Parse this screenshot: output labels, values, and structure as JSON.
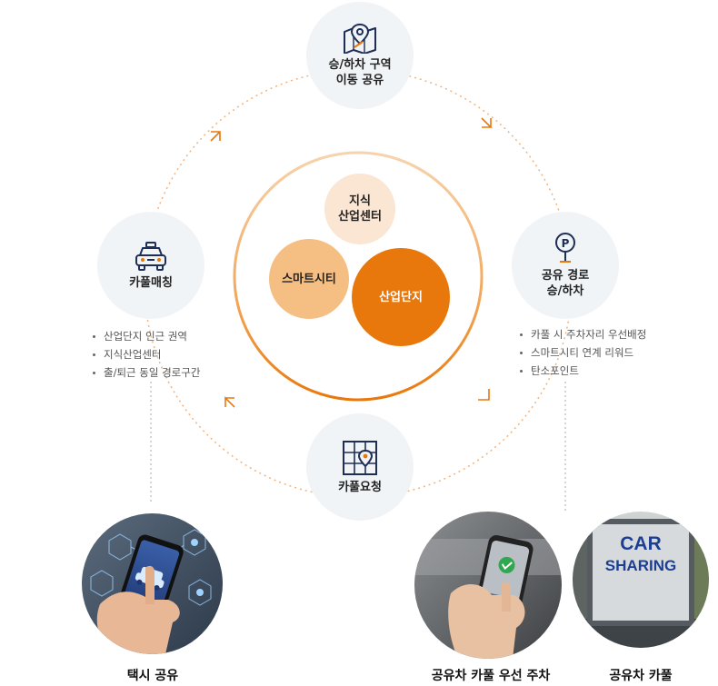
{
  "colors": {
    "accent": "#e8780c",
    "peach": "#f5be82",
    "cream": "#fbe6d3",
    "node_bg": "#f1f4f7",
    "icon_navy": "#1e2e55",
    "dotted_line": "#f2b37a"
  },
  "center": {
    "bubbles": [
      {
        "label": "지식\n산업센터"
      },
      {
        "label": "스마트시티"
      },
      {
        "label": "산업단지"
      }
    ]
  },
  "nodes": {
    "top": {
      "label": "승/하차 구역\n이동 공유",
      "icon": "map-pin-icon"
    },
    "left": {
      "label": "카풀매칭",
      "icon": "taxi-icon"
    },
    "right": {
      "label": "공유 경로\n승/하차",
      "icon": "parking-pin-icon"
    },
    "bottom": {
      "label": "카풀요청",
      "icon": "grid-map-pin-icon"
    }
  },
  "left_bullets": [
    "산업단지 인근 권역",
    "지식산업센터",
    "출/퇴근 동일 경로구간"
  ],
  "right_bullets": [
    "카풀 시 주차자리 우선배정",
    "스마트시티 연계 리워드",
    "탄소포인트"
  ],
  "photos": [
    {
      "caption": "택시 공유"
    },
    {
      "caption": "공유차 카풀 우선 주차"
    },
    {
      "caption": "공유차 카풀",
      "sign_line1": "CAR",
      "sign_line2": "SHARING"
    }
  ]
}
